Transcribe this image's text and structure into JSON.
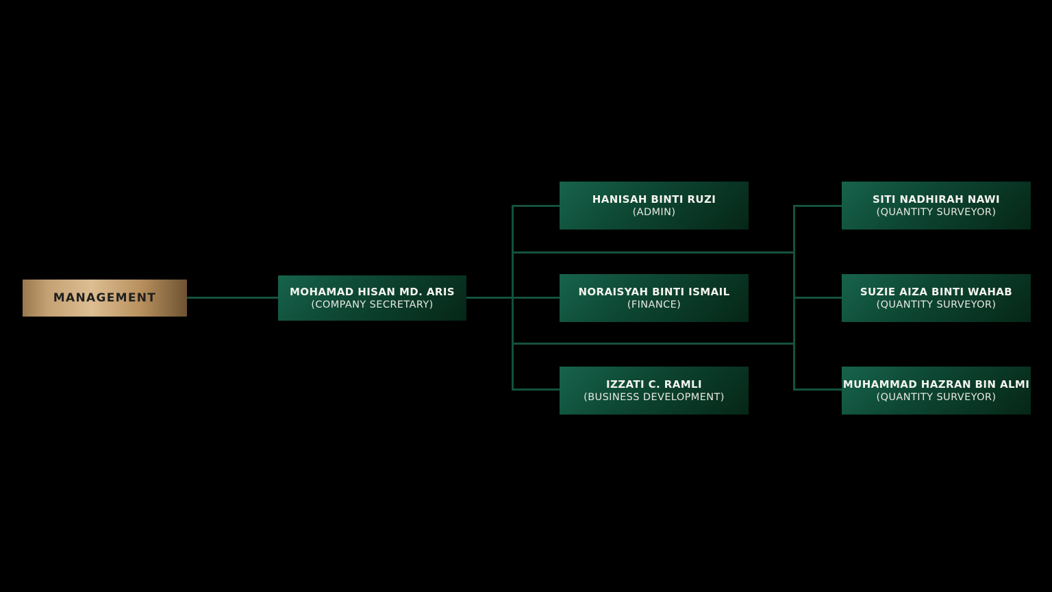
{
  "palette": {
    "background": "#000000",
    "connector_green": "#14523c",
    "node_green_light": "#17634c",
    "node_green_dark": "#062617",
    "gold_light": "#dcbe92",
    "gold_dark": "#6e5332",
    "name_text": "#f4f4ef",
    "role_text": "#e9e9e3",
    "management_text": "#20201e"
  },
  "org": {
    "root": {
      "label": "MANAGEMENT"
    },
    "secretary": {
      "name": "MOHAMAD HISAN MD. ARIS",
      "role": "(COMPANY SECRETARY)"
    },
    "level2": [
      {
        "name": "HANISAH BINTI RUZI",
        "role": "(ADMIN)"
      },
      {
        "name": "NORAISYAH BINTI ISMAIL",
        "role": "(FINANCE)"
      },
      {
        "name": "IZZATI C. RAMLI",
        "role": "(BUSINESS DEVELOPMENT)"
      }
    ],
    "level3": [
      {
        "name": "SITI NADHIRAH NAWI",
        "role": "(QUANTITY SURVEYOR)"
      },
      {
        "name": "SUZIE AIZA BINTI WAHAB",
        "role": "(QUANTITY SURVEYOR)"
      },
      {
        "name": "MUHAMMAD HAZRAN BIN ALMI",
        "role": "(QUANTITY SURVEYOR)"
      }
    ]
  }
}
